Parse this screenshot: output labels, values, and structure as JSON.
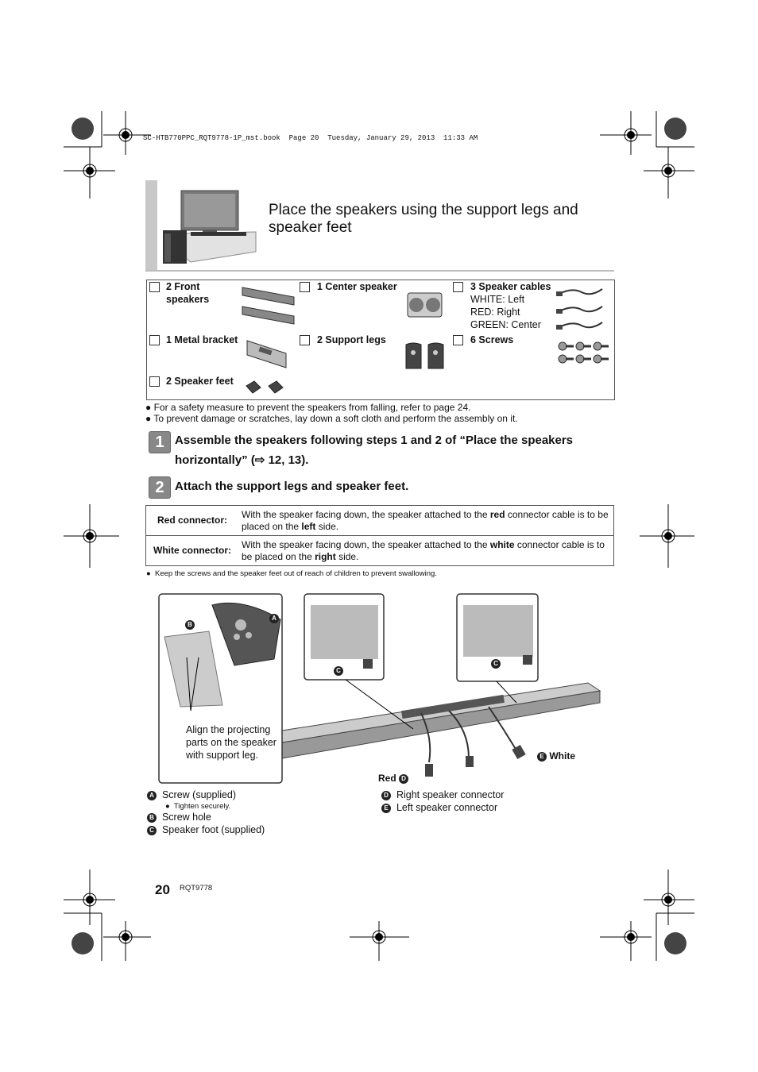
{
  "file_header": "SC-HTB770PPC_RQT9778-1P_mst.book  Page 20  Tuesday, January 29, 2013  11:33 AM",
  "title": "Place the speakers using the support legs and speaker feet",
  "parts": {
    "front_speakers": "2 Front speakers",
    "center_speaker": "1 Center speaker",
    "speaker_cables": "3 Speaker cables",
    "cable_white": "WHITE: Left",
    "cable_red": "RED: Right",
    "cable_green": "GREEN: Center",
    "metal_bracket": "1 Metal bracket",
    "support_legs": "2 Support legs",
    "screws": "6 Screws",
    "speaker_feet": "2 Speaker feet"
  },
  "notes": [
    "For a safety measure to prevent the speakers from falling, refer to page 24.",
    "To prevent damage or scratches, lay down a soft cloth and perform the assembly on it."
  ],
  "steps": {
    "step1_number": "1",
    "step1_line1": "Assemble the speakers following steps 1 and 2 of “Place the speakers",
    "step1_line2": "horizontally” (⇨ 12, 13).",
    "step2_number": "2",
    "step2_text": "Attach the support legs and speaker feet."
  },
  "connectors": {
    "red_label": "Red connector:",
    "red_pre": "With the speaker facing down, the speaker attached to the ",
    "red_color": "red",
    "red_mid": " connector cable is to be placed on the ",
    "red_side": "left",
    "red_post": " side.",
    "white_label": "White connector:",
    "white_pre": "With the speaker facing down, the speaker attached to the ",
    "white_color": "white",
    "white_mid": " connector cable is to be placed on the ",
    "white_side": "right",
    "white_post": " side."
  },
  "child_note": "Keep the screws and the speaker feet out of reach of children to prevent swallowing.",
  "diagram": {
    "align_text_1": "Align the projecting",
    "align_text_2": "parts on the speaker",
    "align_text_3": "with support leg.",
    "red_label": "Red",
    "white_label": "White",
    "callout_a": "A",
    "callout_b": "B",
    "callout_c": "C",
    "callout_d": "D",
    "callout_e": "E"
  },
  "legend": {
    "a": "Screw (supplied)",
    "a_sub": "Tighten securely.",
    "b": "Screw hole",
    "c": "Speaker foot (supplied)",
    "d": "Right speaker connector",
    "e": "Left speaker connector"
  },
  "footer": {
    "page_number": "20",
    "doc_code": "RQT9778"
  }
}
